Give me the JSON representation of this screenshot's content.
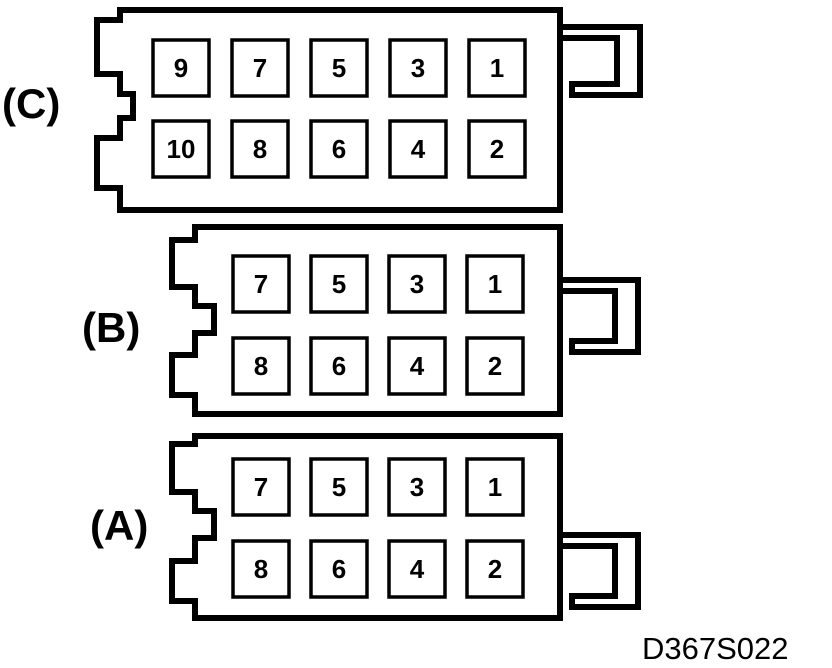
{
  "connectors": [
    {
      "label": "(C)",
      "pins_top": [
        "9",
        "7",
        "5",
        "3",
        "1"
      ],
      "pins_bottom": [
        "10",
        "8",
        "6",
        "4",
        "2"
      ]
    },
    {
      "label": "(B)",
      "pins_top": [
        "7",
        "5",
        "3",
        "1"
      ],
      "pins_bottom": [
        "8",
        "6",
        "4",
        "2"
      ]
    },
    {
      "label": "(A)",
      "pins_top": [
        "7",
        "5",
        "3",
        "1"
      ],
      "pins_bottom": [
        "8",
        "6",
        "4",
        "2"
      ]
    }
  ],
  "diagram_id": "D367S022"
}
